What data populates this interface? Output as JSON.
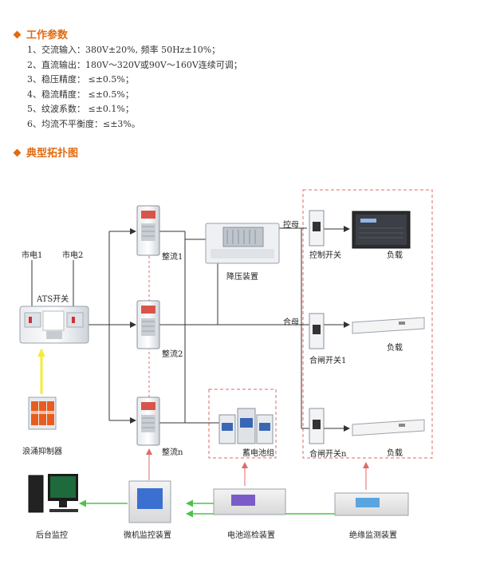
{
  "section1": {
    "title": "工作参数"
  },
  "params": [
    "1、交流输入：380V±20%, 频率 50Hz±10%；",
    "2、直流输出：180V～320V或90V～160V连续可调；",
    "3、稳压精度：  ≤±0.5%；",
    "4、稳流精度：  ≤±0.5%；",
    "5、纹波系数：  ≤±0.1%；",
    "6、均流不平衡度：≤±3%。"
  ],
  "section2": {
    "title": "典型拓扑图"
  },
  "diagram": {
    "mains1": "市电1",
    "mains2": "市电2",
    "ats": "ATS开关",
    "surge": "浪涌抑制器",
    "rect1": "整流1",
    "rect2": "整流2",
    "rectn": "整流n",
    "buck": "降压装置",
    "battery": "蓄电池组",
    "ctrl_bus": "控母",
    "close_bus": "合母",
    "ctrl_switch": "控制开关",
    "close_switch1": "合闸开关1",
    "close_switchn": "合闸开关n",
    "load1": "负载",
    "load2": "负载",
    "load3": "负载",
    "backend": "后台监控",
    "micro": "微机监控装置",
    "batt_inspect": "电池巡检装置",
    "insulation": "绝缘监测装置"
  },
  "colors": {
    "accent": "#e26a10",
    "green_arrow": "#4fc14a",
    "yellow_arrow": "#f5ea3a",
    "red_dashed": "#e06a6a"
  }
}
